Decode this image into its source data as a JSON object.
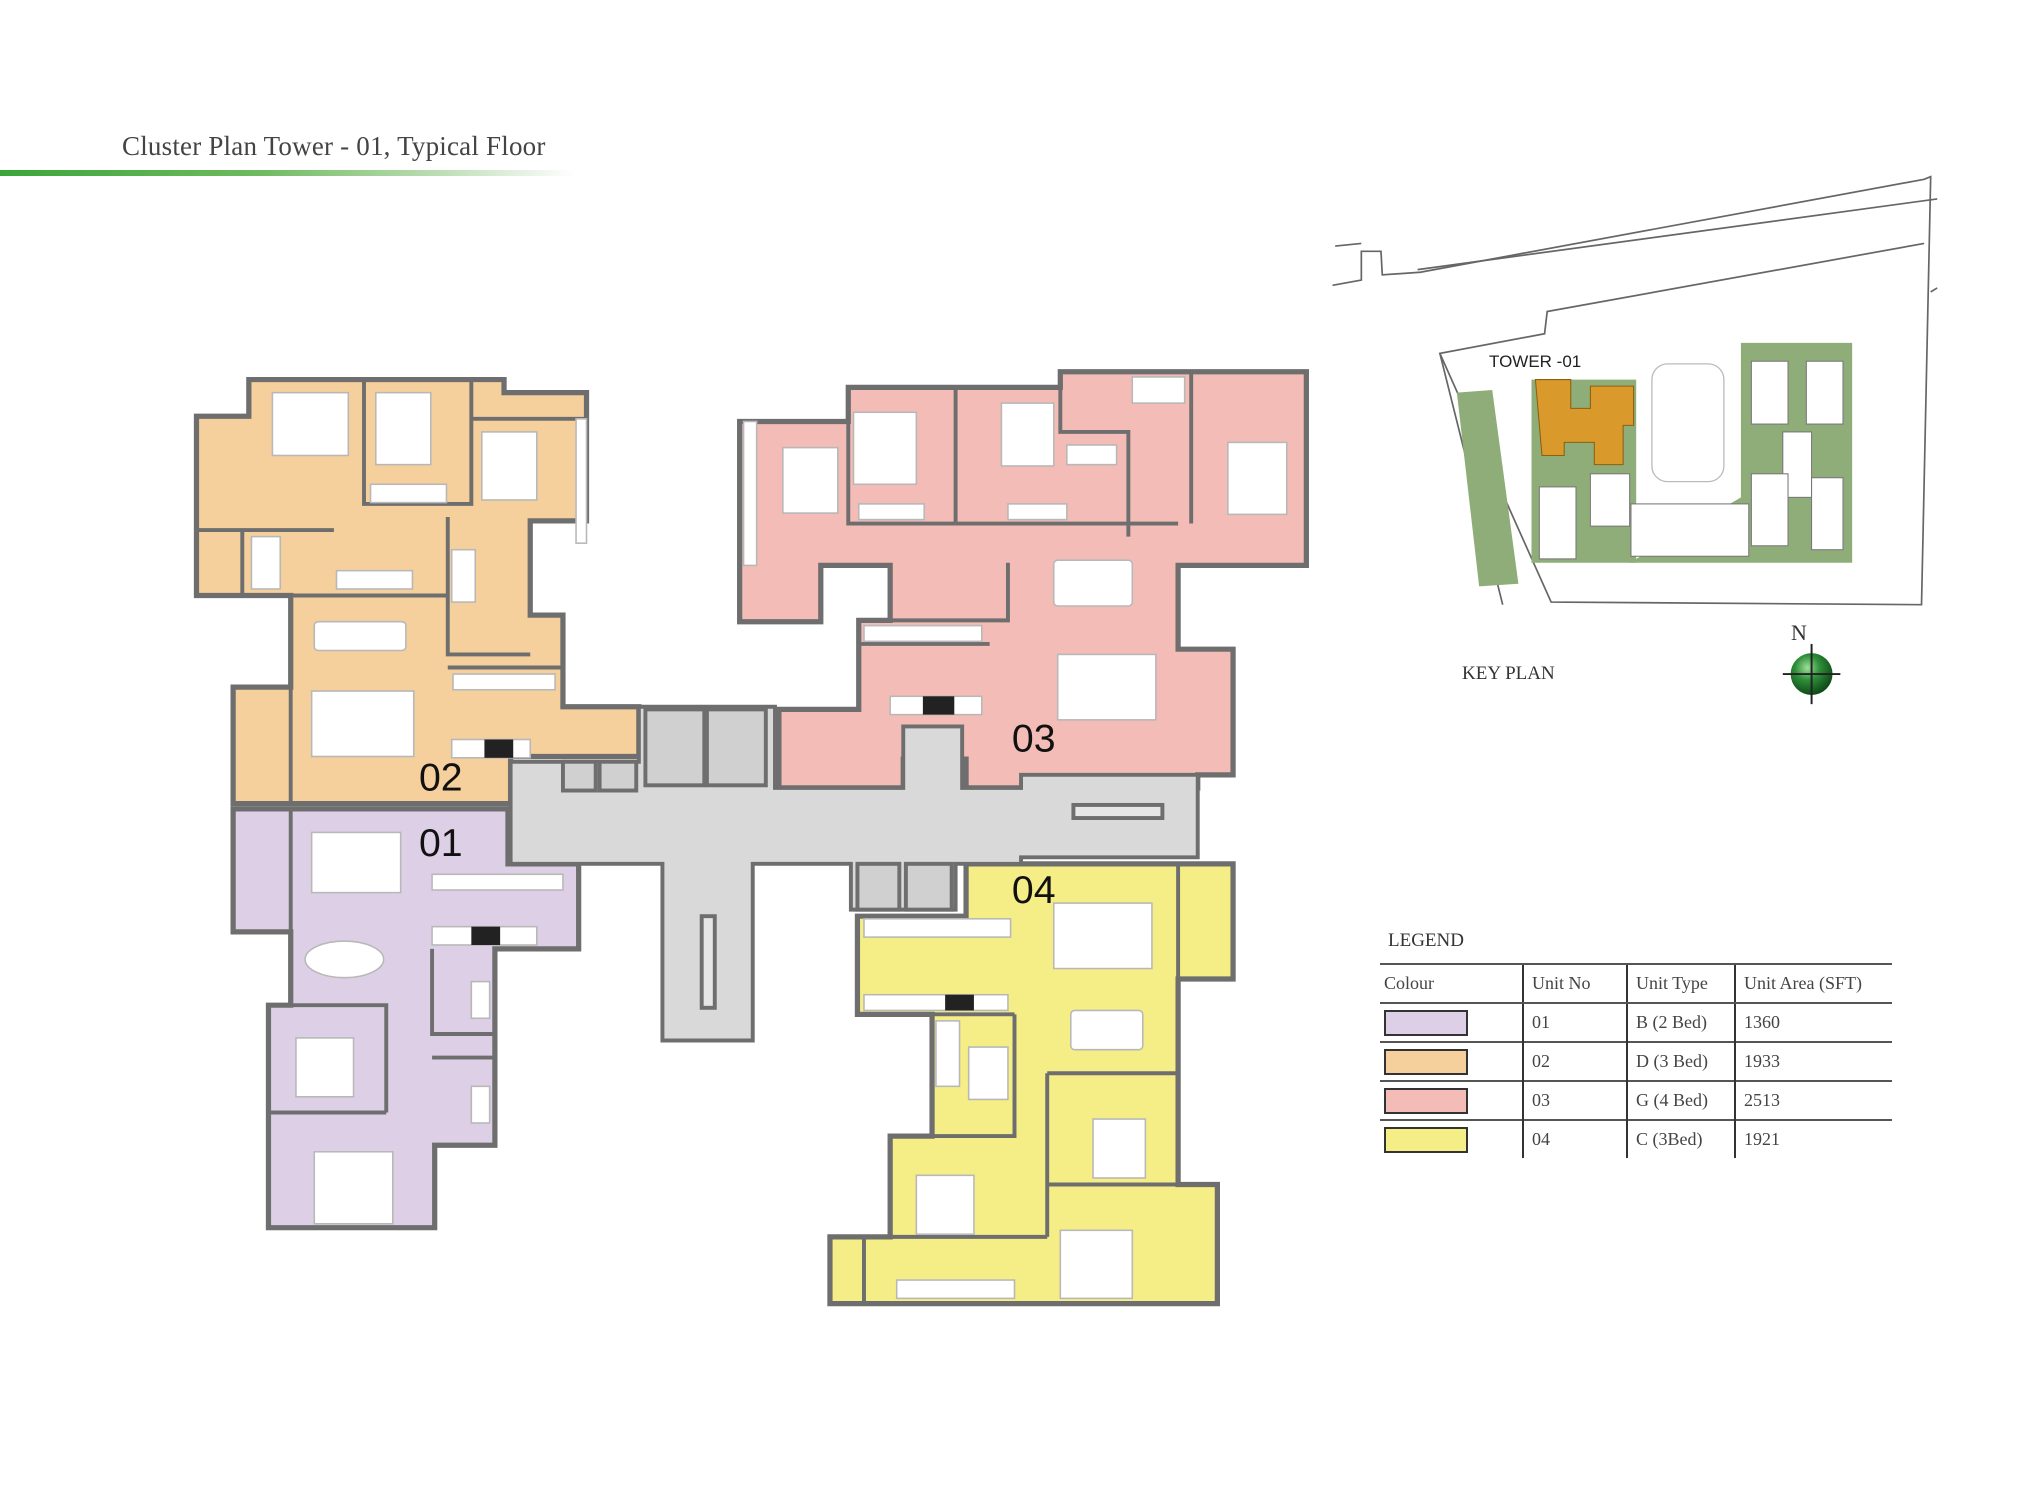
{
  "header": {
    "title": "Cluster Plan Tower - 01,  Typical Floor"
  },
  "floor_plan": {
    "units": [
      {
        "unit_no": "01",
        "label": "01",
        "color": "#ddd0e6"
      },
      {
        "unit_no": "02",
        "label": "02",
        "color": "#f5cf9c"
      },
      {
        "unit_no": "03",
        "label": "03",
        "color": "#f3bcb6"
      },
      {
        "unit_no": "04",
        "label": "04",
        "color": "#f5ee86"
      }
    ],
    "core_color": "#d9d9d9",
    "wall_color": "#6e6e6e"
  },
  "key_plan": {
    "label": "KEY PLAN",
    "tower_label": "TOWER -01",
    "north_label": "N",
    "highlight_color": "#d99a2b",
    "landscape_color": "#8fad78"
  },
  "legend": {
    "title": "LEGEND",
    "headers": [
      "Colour",
      "Unit No",
      "Unit Type",
      "Unit Area (SFT)"
    ],
    "rows": [
      {
        "color": "#ddd0e6",
        "unit_no": "01",
        "unit_type": "B (2 Bed)",
        "area": "1360"
      },
      {
        "color": "#f5cf9c",
        "unit_no": "02",
        "unit_type": "D (3 Bed)",
        "area": "1933"
      },
      {
        "color": "#f3bcb6",
        "unit_no": "03",
        "unit_type": "G (4 Bed)",
        "area": "2513"
      },
      {
        "color": "#f5ee86",
        "unit_no": "04",
        "unit_type": "C (3Bed)",
        "area": "1921"
      }
    ]
  }
}
